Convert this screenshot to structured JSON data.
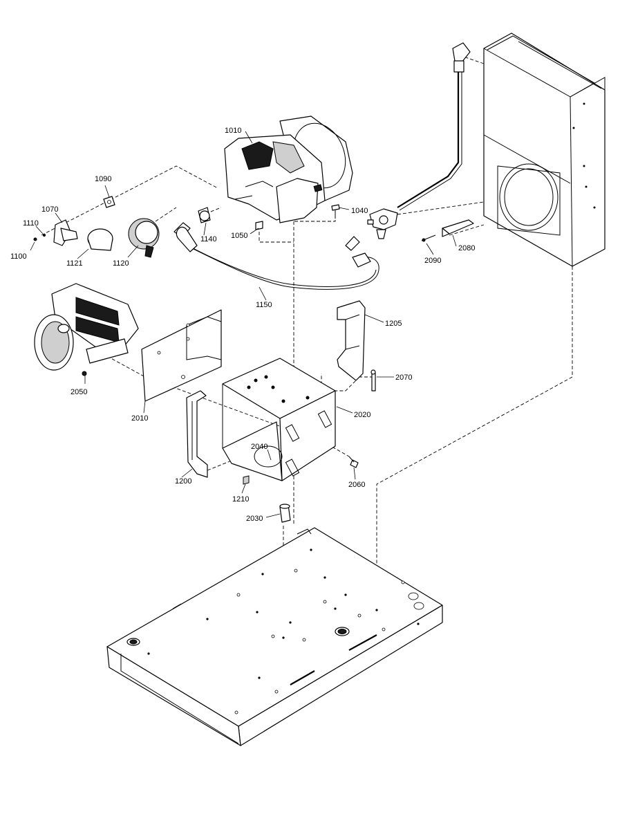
{
  "parts": {
    "p1010": "1010",
    "p1040": "1040",
    "p1050": "1050",
    "p1070": "1070",
    "p1090": "1090",
    "p1100": "1100",
    "p1110": "1110",
    "p1120": "1120",
    "p1121": "1121",
    "p1140": "1140",
    "p1150": "1150",
    "p1200": "1200",
    "p1205": "1205",
    "p1210": "1210",
    "p2010": "2010",
    "p2020": "2020",
    "p2030": "2030",
    "p2040": "2040",
    "p2050": "2050",
    "p2060": "2060",
    "p2070": "2070",
    "p2080": "2080",
    "p2090": "2090"
  }
}
